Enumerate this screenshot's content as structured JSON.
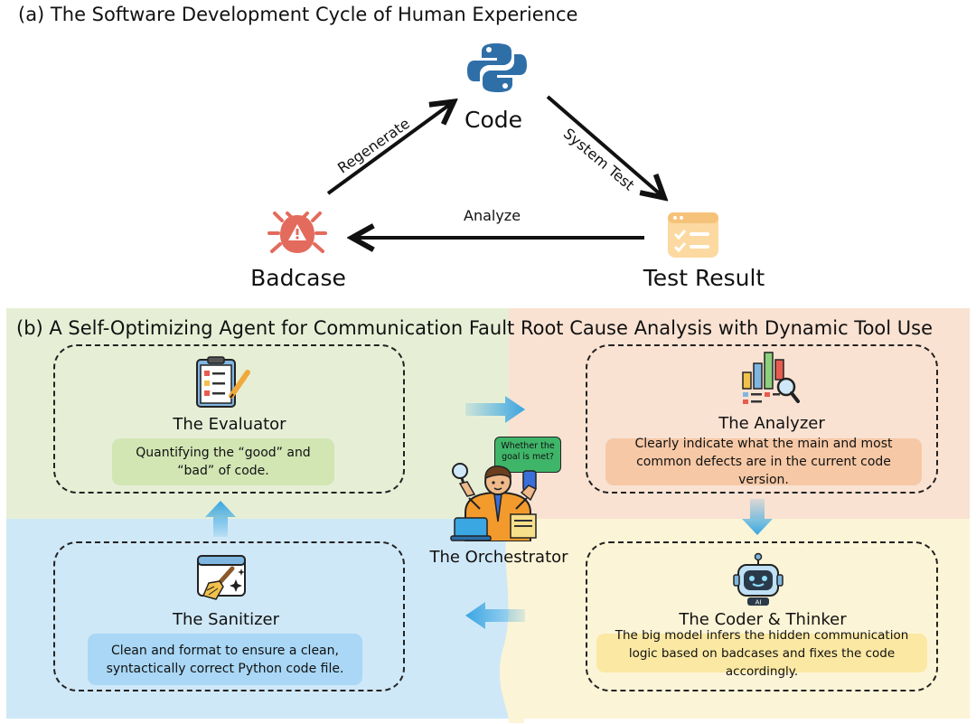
{
  "panel_a": {
    "title": "(a) The Software Development Cycle of Human Experience",
    "nodes": {
      "code": "Code",
      "test_result": "Test Result",
      "badcase": "Badcase"
    },
    "edges": {
      "system_test": "System Test",
      "analyze": "Analyze",
      "regenerate": "Regenerate"
    }
  },
  "panel_b": {
    "title": "(b) A Self-Optimizing Agent for Communication Fault Root Cause Analysis with Dynamic Tool Use",
    "colors": {
      "green_bg": "#e6efd6",
      "peach_bg": "#f9e2d2",
      "blue_bg": "#cfe8f7",
      "yellow_bg": "#fcf4d6",
      "arrow_blue": "#3aa6e2"
    },
    "evaluator": {
      "name": "The Evaluator",
      "desc": "Quantifying the “good” and “bad” of code.",
      "icon": "clipboard-checklist-icon"
    },
    "analyzer": {
      "name": "The Analyzer",
      "desc": "Clearly indicate what the main and most common defects are in the current code version.",
      "icon": "bar-chart-magnifier-icon"
    },
    "coder": {
      "name": "The Coder & Thinker",
      "desc": "The big model infers the hidden communication logic based on badcases and fixes the code accordingly.",
      "icon": "robot-ai-icon"
    },
    "sanitizer": {
      "name": "The Sanitizer",
      "desc": "Clean and format to ensure a clean, syntactically correct Python code file.",
      "icon": "broom-window-icon"
    },
    "orchestrator": {
      "name": "The Orchestrator",
      "speech": "Whether the goal is met?",
      "icon": "person-orchestrator-icon"
    }
  }
}
